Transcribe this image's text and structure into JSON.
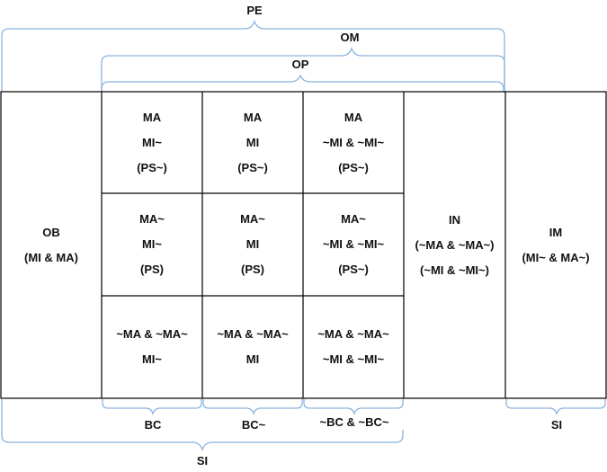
{
  "cells": {
    "ob": [
      "OB",
      "(MI & MA)"
    ],
    "r1c1": [
      "MA",
      "MI~",
      "(PS~)"
    ],
    "r1c2": [
      "MA",
      "MI",
      "(PS~)"
    ],
    "r1c3": [
      "MA",
      "~MI & ~MI~",
      "(PS~)"
    ],
    "r2c1": [
      "MA~",
      "MI~",
      "(PS)"
    ],
    "r2c2": [
      "MA~",
      "MI",
      "(PS)"
    ],
    "r2c3": [
      "MA~",
      "~MI & ~MI~",
      "(PS~)"
    ],
    "r3c1": [
      "~MA & ~MA~",
      "MI~"
    ],
    "r3c2": [
      "~MA & ~MA~",
      "MI"
    ],
    "r3c3": [
      "~MA & ~MA~",
      "~MI & ~MI~"
    ],
    "in": [
      "IN",
      "(~MA & ~MA~)",
      "(~MI & ~MI~)"
    ],
    "im": [
      "IM",
      "(MI~ & MA~)"
    ]
  },
  "braces": {
    "pe": "PE",
    "om": "OM",
    "op": "OP",
    "bc": "BC",
    "bc_tilde": "BC~",
    "bc_not": "~BC & ~BC~",
    "si_right": "SI",
    "si_bottom": "SI"
  },
  "colors": {
    "brace": "#8ab4df",
    "grid": "#000000"
  }
}
